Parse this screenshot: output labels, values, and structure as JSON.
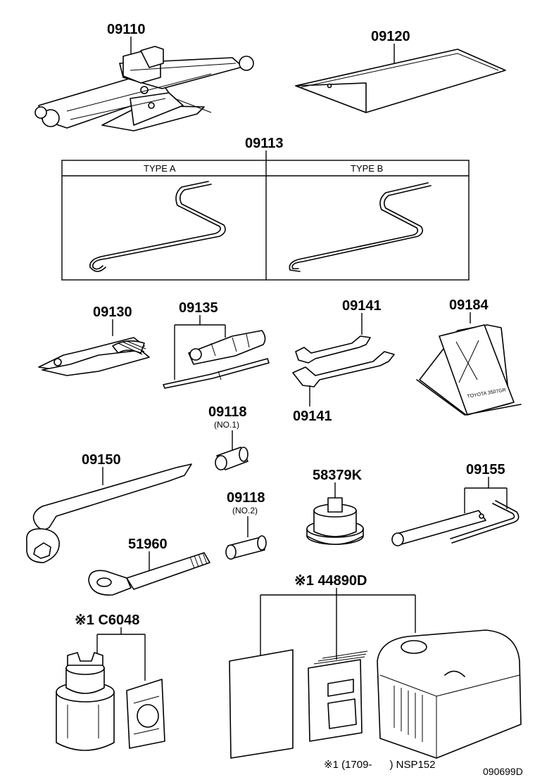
{
  "parts": {
    "jack": "09110",
    "tool_bag": "09120",
    "jack_handle": "09113",
    "pliers": "09130",
    "screwdriver": "09135",
    "wrench_upper": "09141",
    "wrench_lower": "09141",
    "warning_triangle": "09184",
    "socket_no1": "09118",
    "socket_no1_sub": "(NO.1)",
    "wheel_nut_wrench": "09150",
    "adapter": "58379K",
    "extension_bar": "09155",
    "socket_no2": "09118",
    "socket_no2_sub": "(NO.2)",
    "towing_eyelet": "51960",
    "sealant_kit": "※1 C6048",
    "repair_kit": "※1 44890D"
  },
  "type_table": {
    "type_a": "TYPE A",
    "type_b": "TYPE B"
  },
  "triangle_marking": "TOYOTA 3507GR",
  "footnote": "※1 (1709-      ) NSP152",
  "diagram_code": "090699D",
  "icons": [
    "scissor-jack-icon",
    "tool-bag-icon",
    "jack-handle-icon",
    "pliers-icon",
    "screwdriver-icon",
    "wrench-icon",
    "warning-triangle-icon",
    "socket-icon",
    "lug-wrench-icon",
    "adapter-icon",
    "extension-bar-icon",
    "towing-eye-icon",
    "sealant-bottle-icon",
    "compressor-icon"
  ]
}
